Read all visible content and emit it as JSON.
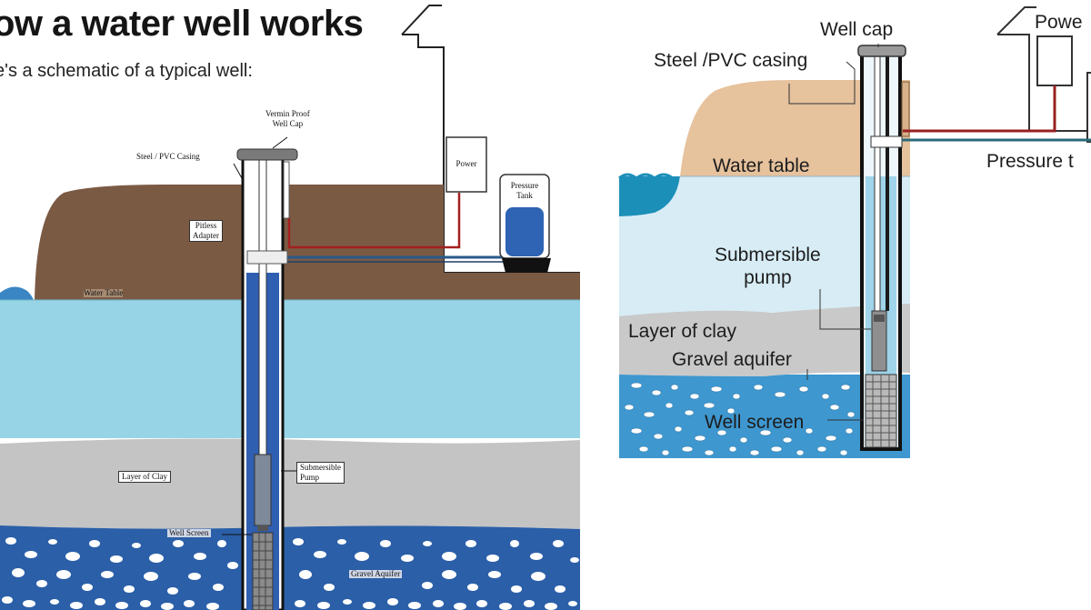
{
  "header": {
    "title": "ow a water well works",
    "subtitle": "e's a schematic of a typical well:"
  },
  "left_diagram": {
    "labels": {
      "vermin_cap": [
        "Vermin Proof",
        "Well Cap"
      ],
      "casing": "Steel / PVC Casing",
      "adapter": [
        "Pitless",
        "Adapter"
      ],
      "power": "Power",
      "tank": [
        "Pressure",
        "Tank"
      ],
      "water": "Water",
      "water_table": "Water Table",
      "clay": "Layer of Clay",
      "pump": [
        "Submersible",
        "Pump"
      ],
      "screen": "Well Screen",
      "gravel": "Gravel Aquifer"
    }
  },
  "right_diagram": {
    "labels": {
      "well_cap": "Well cap",
      "casing": "Steel /PVC casing",
      "power": "Powe",
      "water_table": "Water table",
      "pressure": "Pressure t",
      "pump": [
        "Submersible",
        "pump"
      ],
      "clay": "Layer of clay",
      "gravel": "Gravel aquifer",
      "screen": "Well screen"
    }
  },
  "colors": {
    "soil_left": "#7b5a44",
    "soil_right": "#e6c29d",
    "water_left": "#97d5e6",
    "water_right": "#d7ecf5",
    "clay_left": "#c4c4c4",
    "clay_right": "#c9c9c9",
    "aquifer_left": "#2b5fa8",
    "aquifer_right": "#3e97cf",
    "pipe_red": "#a32020",
    "pipe_blue": "#2a5a8a"
  }
}
